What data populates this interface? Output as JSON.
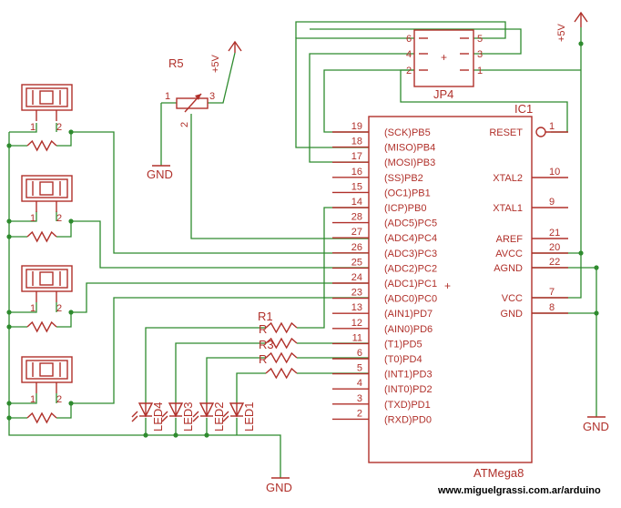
{
  "ic": {
    "ref": "IC1",
    "part": "ATMega8",
    "left_pins": [
      {
        "num": "19",
        "name": "(SCK)PB5"
      },
      {
        "num": "18",
        "name": "(MISO)PB4"
      },
      {
        "num": "17",
        "name": "(MOSI)PB3"
      },
      {
        "num": "16",
        "name": "(SS)PB2"
      },
      {
        "num": "15",
        "name": "(OC1)PB1"
      },
      {
        "num": "14",
        "name": "(ICP)PB0"
      },
      {
        "num": "28",
        "name": "(ADC5)PC5"
      },
      {
        "num": "27",
        "name": "(ADC4)PC4"
      },
      {
        "num": "26",
        "name": "(ADC3)PC3"
      },
      {
        "num": "25",
        "name": "(ADC2)PC2"
      },
      {
        "num": "24",
        "name": "(ADC1)PC1"
      },
      {
        "num": "23",
        "name": "(ADC0)PC0"
      },
      {
        "num": "13",
        "name": "(AIN1)PD7"
      },
      {
        "num": "12",
        "name": "(AIN0)PD6"
      },
      {
        "num": "11",
        "name": "(T1)PD5"
      },
      {
        "num": "6",
        "name": "(T0)PD4"
      },
      {
        "num": "5",
        "name": "(INT1)PD3"
      },
      {
        "num": "4",
        "name": "(INT0)PD2"
      },
      {
        "num": "3",
        "name": "(TXD)PD1"
      },
      {
        "num": "2",
        "name": "(RXD)PD0"
      }
    ],
    "right_pins": [
      {
        "num": "1",
        "name": "RESET"
      },
      {
        "num": "10",
        "name": "XTAL2"
      },
      {
        "num": "9",
        "name": "XTAL1"
      },
      {
        "num": "21",
        "name": "AREF"
      },
      {
        "num": "20",
        "name": "AVCC"
      },
      {
        "num": "22",
        "name": "AGND"
      },
      {
        "num": "7",
        "name": "VCC"
      },
      {
        "num": "8",
        "name": "GND"
      }
    ]
  },
  "jp4": {
    "ref": "JP4",
    "pins_left": [
      "6",
      "4",
      "2"
    ],
    "pins_right": [
      "5",
      "3",
      "1"
    ]
  },
  "r5": {
    "ref": "R5",
    "pins": [
      "1",
      "3",
      "2"
    ],
    "supply": "+5V",
    "gnd": "GND"
  },
  "r1": {
    "label": "R1",
    "row_labels": [
      "R",
      "R3",
      "R"
    ]
  },
  "leds": [
    "LED4",
    "LED3",
    "LED2",
    "LED1"
  ],
  "switch_pins": [
    "1",
    "2"
  ],
  "power": {
    "vcc_right": "+5V",
    "gnd_right": "GND",
    "gnd_bottom": "GND"
  },
  "website": "www.miguelgrassi.com.ar/arduino"
}
